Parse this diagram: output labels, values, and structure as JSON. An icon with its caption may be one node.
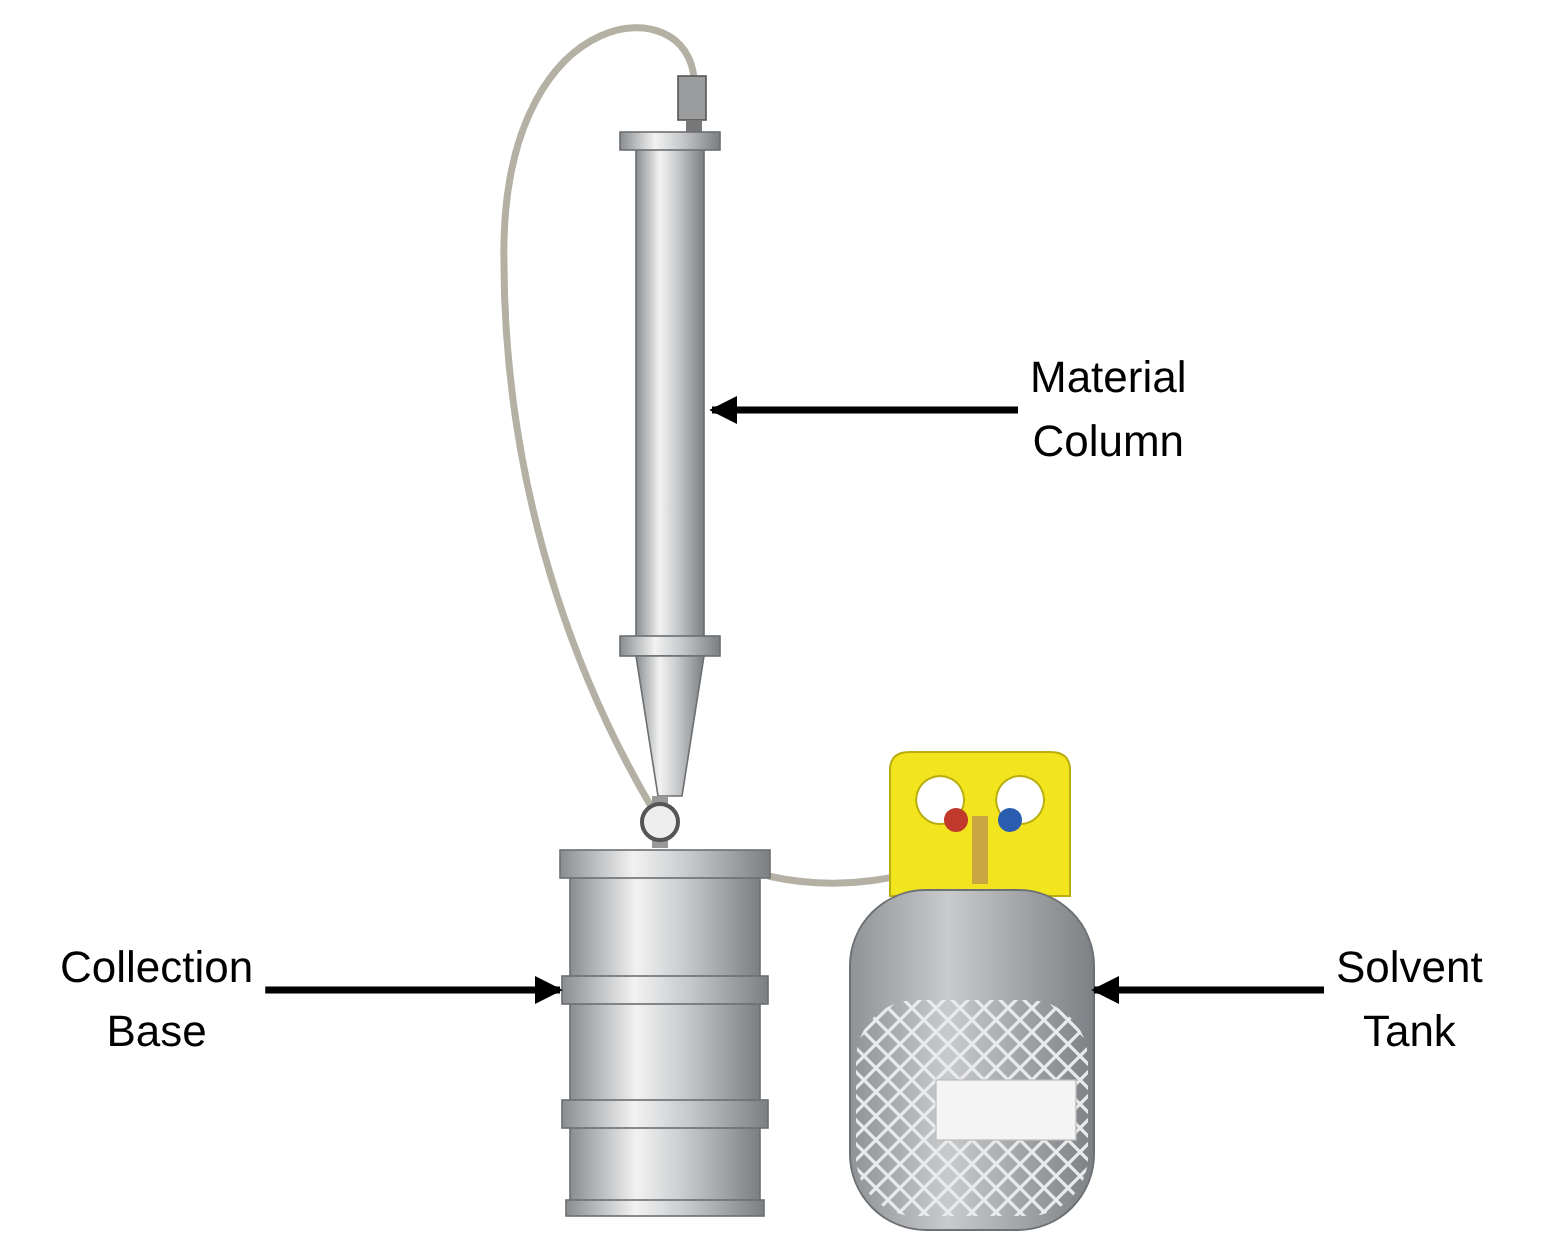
{
  "diagram": {
    "nodes": [
      {
        "text": [
          "Material Column"
        ]
      },
      {
        "text": [],
        "shape": "picture"
      },
      {
        "text": [
          "Collection Base"
        ]
      },
      {
        "text": [],
        "shape": "picture"
      },
      {
        "text": [
          "Solvent Tank"
        ]
      },
      {
        "text": [],
        "shape": "picture"
      }
    ],
    "edges": [
      {
        "from": 0,
        "to": 1,
        "arrow": "to"
      },
      {
        "from": 2,
        "to": 3,
        "arrow": "to"
      },
      {
        "from": 4,
        "to": 5,
        "arrow": "to"
      }
    ]
  }
}
